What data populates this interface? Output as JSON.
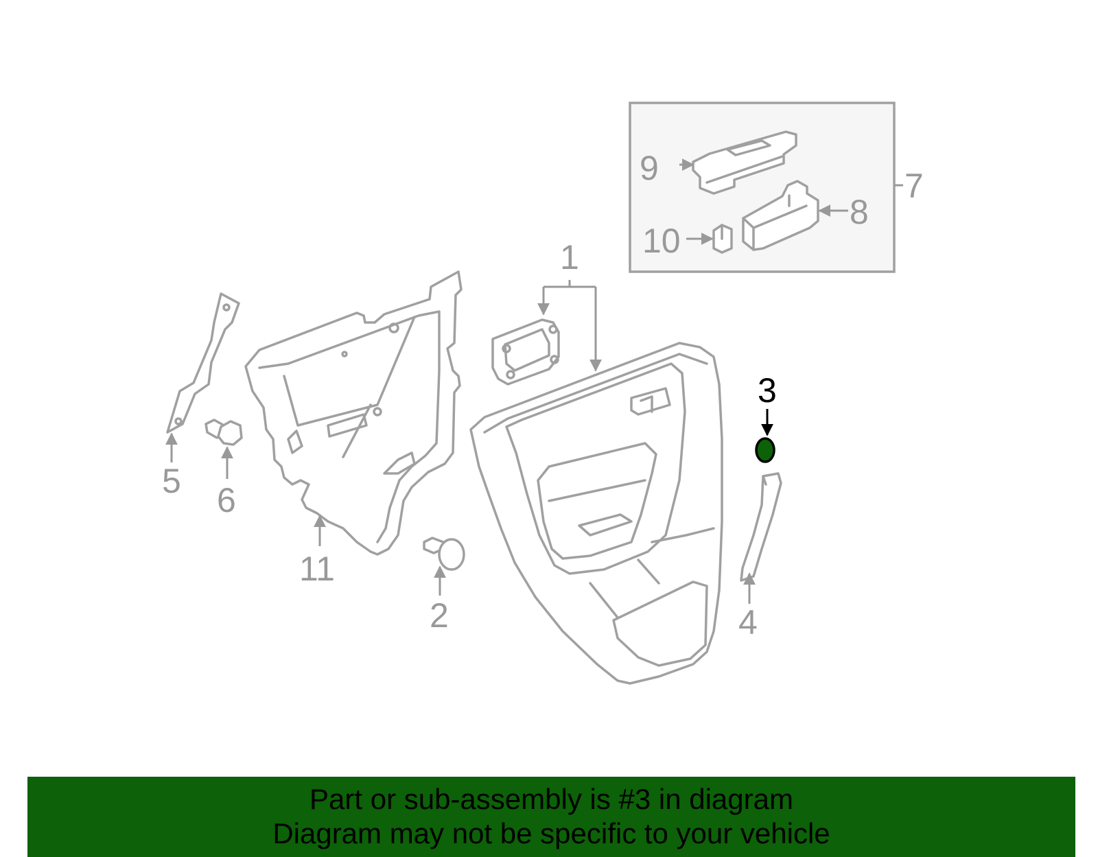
{
  "callouts": {
    "c1": "1",
    "c2": "2",
    "c3": "3",
    "c4": "4",
    "c5": "5",
    "c6": "6",
    "c7": "7",
    "c8": "8",
    "c9": "9",
    "c10": "10",
    "c11": "11"
  },
  "highlight": {
    "part": "3",
    "fill_color": "#0d6108",
    "label_color": "#000000"
  },
  "banner": {
    "line1": "Part or sub-assembly is #3 in diagram",
    "line2": "Diagram may not be specific to your vehicle",
    "background": "#0d6108"
  }
}
